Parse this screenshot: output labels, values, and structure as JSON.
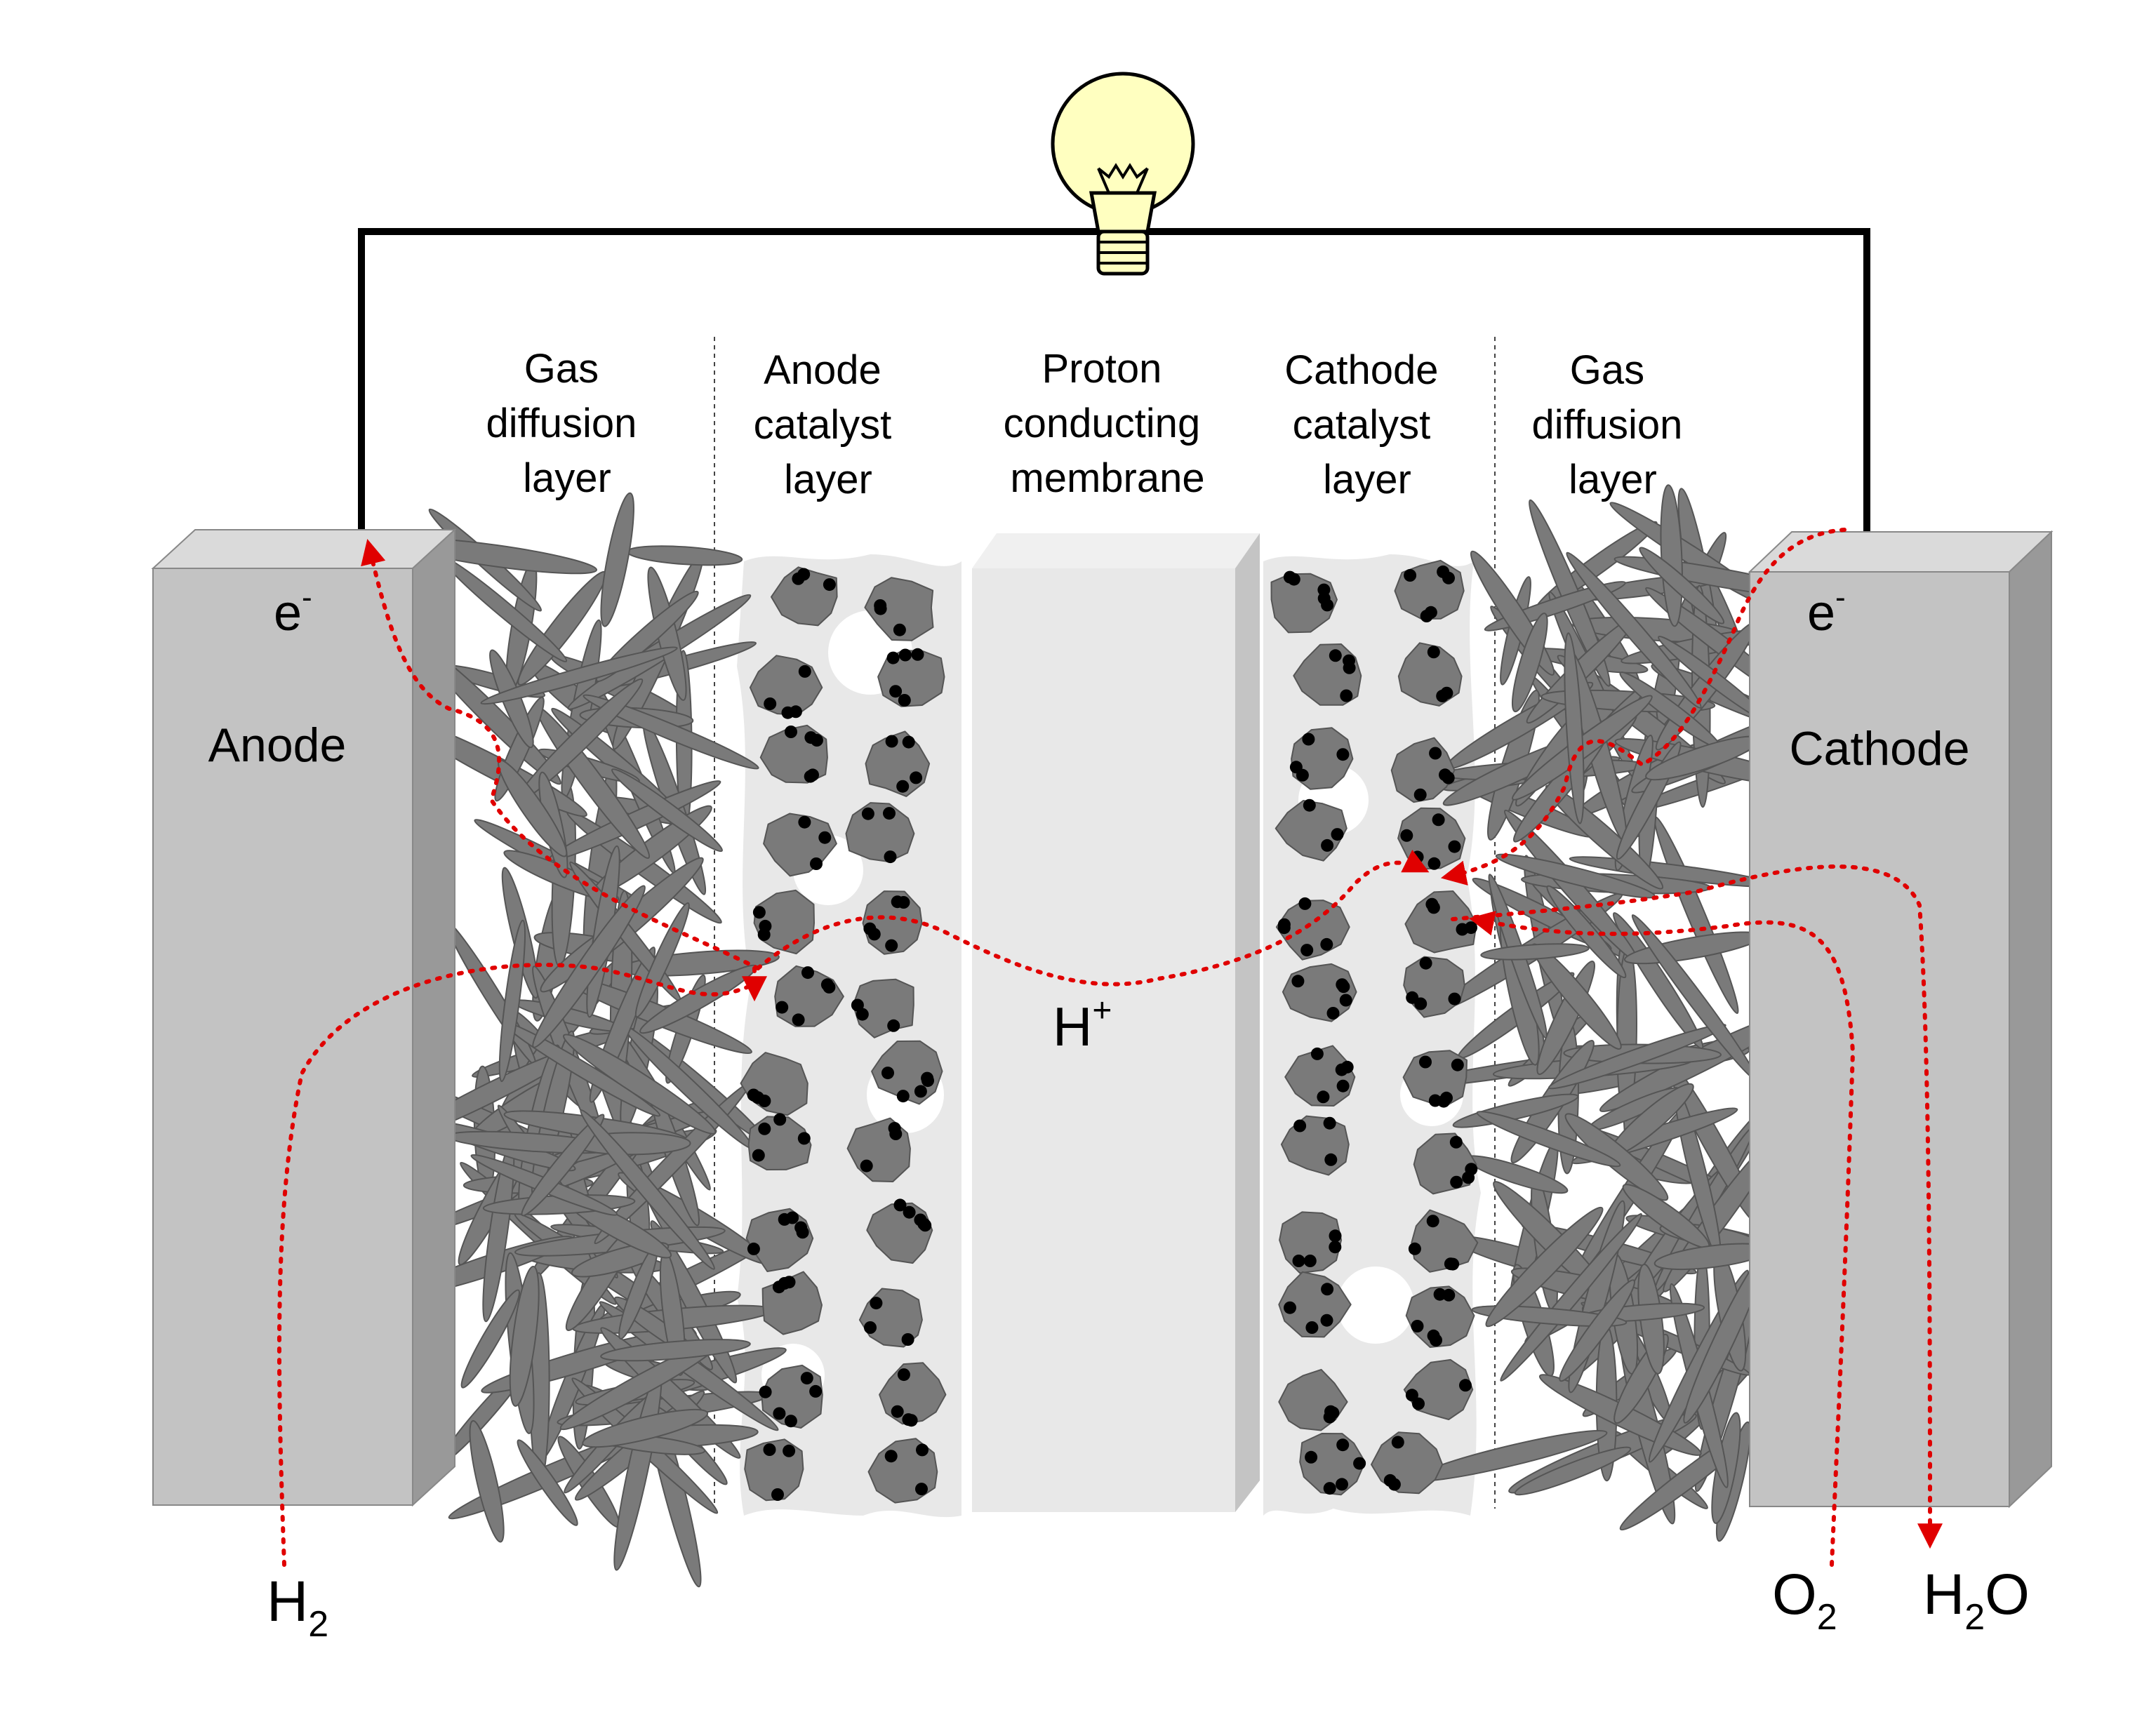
{
  "layers": [
    {
      "id": "gdl-anode",
      "lines": [
        "Gas",
        "diffusion",
        "layer"
      ]
    },
    {
      "id": "acl",
      "lines": [
        "Anode",
        "catalyst",
        "layer"
      ]
    },
    {
      "id": "pem",
      "lines": [
        "Proton",
        "conducting",
        "membrane"
      ]
    },
    {
      "id": "ccl",
      "lines": [
        "Cathode",
        "catalyst",
        "layer"
      ]
    },
    {
      "id": "gdl-cathode",
      "lines": [
        "Gas",
        "diffusion",
        "layer"
      ]
    }
  ],
  "electrodes": {
    "anode": {
      "label": "Anode",
      "electron": "e",
      "electron_sup": "-"
    },
    "cathode": {
      "label": "Cathode",
      "electron": "e",
      "electron_sup": "-"
    }
  },
  "species": {
    "proton": {
      "base": "H",
      "sup": "+"
    },
    "hydrogen": {
      "base": "H",
      "sub": "2"
    },
    "oxygen": {
      "base": "O",
      "sub": "2"
    },
    "water": {
      "base": "H",
      "sub": "2",
      "tail": "O"
    }
  },
  "colors": {
    "electrode_face": "#c3c3c3",
    "electrode_side": "#999999",
    "electrode_top": "#dadada",
    "membrane_face": "#e8e8e8",
    "membrane_side": "#c4c4c4",
    "fiber": "#7a7a7a",
    "particle": "#7a7a7a",
    "catalyst_dot": "#000000",
    "path": "#e00000",
    "bulb": "#ffffc0",
    "wire": "#000000"
  },
  "icons": [
    "light-bulb-icon"
  ]
}
